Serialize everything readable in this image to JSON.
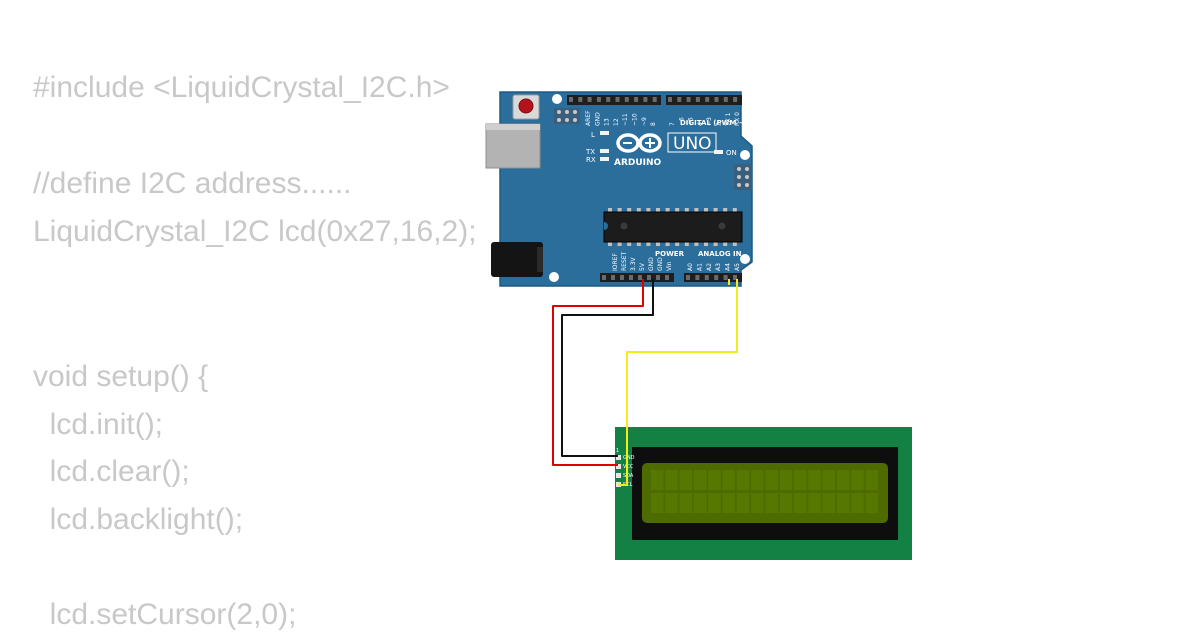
{
  "code_lines": [
    "#include <LiquidCrystal_I2C.h>",
    "//define I2C address......",
    "LiquidCrystal_I2C lcd(0x27,16,2);",
    "void setup() {",
    "  lcd.init();",
    "  lcd.clear();",
    "  lcd.backlight();",
    "  lcd.setCursor(2,0);"
  ],
  "arduino": {
    "brand": "ARDUINO",
    "model": "UNO",
    "digital_label": "DIGITAL (PWM ~)",
    "power_label": "POWER",
    "analog_label": "ANALOG IN",
    "led_l": "L",
    "led_tx": "TX",
    "led_rx": "RX",
    "led_on": "ON",
    "header_top_left": [
      "AREF",
      "GND",
      "13",
      "12",
      "~11",
      "~10",
      "~9",
      "8"
    ],
    "header_top_right": [
      "7",
      "~6",
      "~5",
      "4",
      "~3",
      "2",
      "TX 1",
      "RX 0"
    ],
    "power_pins": [
      "IOREF",
      "RESET",
      "3.3V",
      "5V",
      "GND",
      "GND",
      "Vin"
    ],
    "analog_pins": [
      "A0",
      "A1",
      "A2",
      "A3",
      "A4",
      "A5"
    ]
  },
  "lcd_module": {
    "pin_labels": [
      "GND",
      "VCC",
      "SDA",
      "SCL"
    ],
    "pin_one": "1"
  },
  "colors": {
    "board": "#2b6d9b",
    "lcd_pcb": "#138044",
    "lcd_screen": "#4d6b00",
    "wire_vcc": "#e00000",
    "wire_gnd": "#111111",
    "wire_i2c": "#f2ec1b",
    "code_text": "#c8c8c8"
  }
}
